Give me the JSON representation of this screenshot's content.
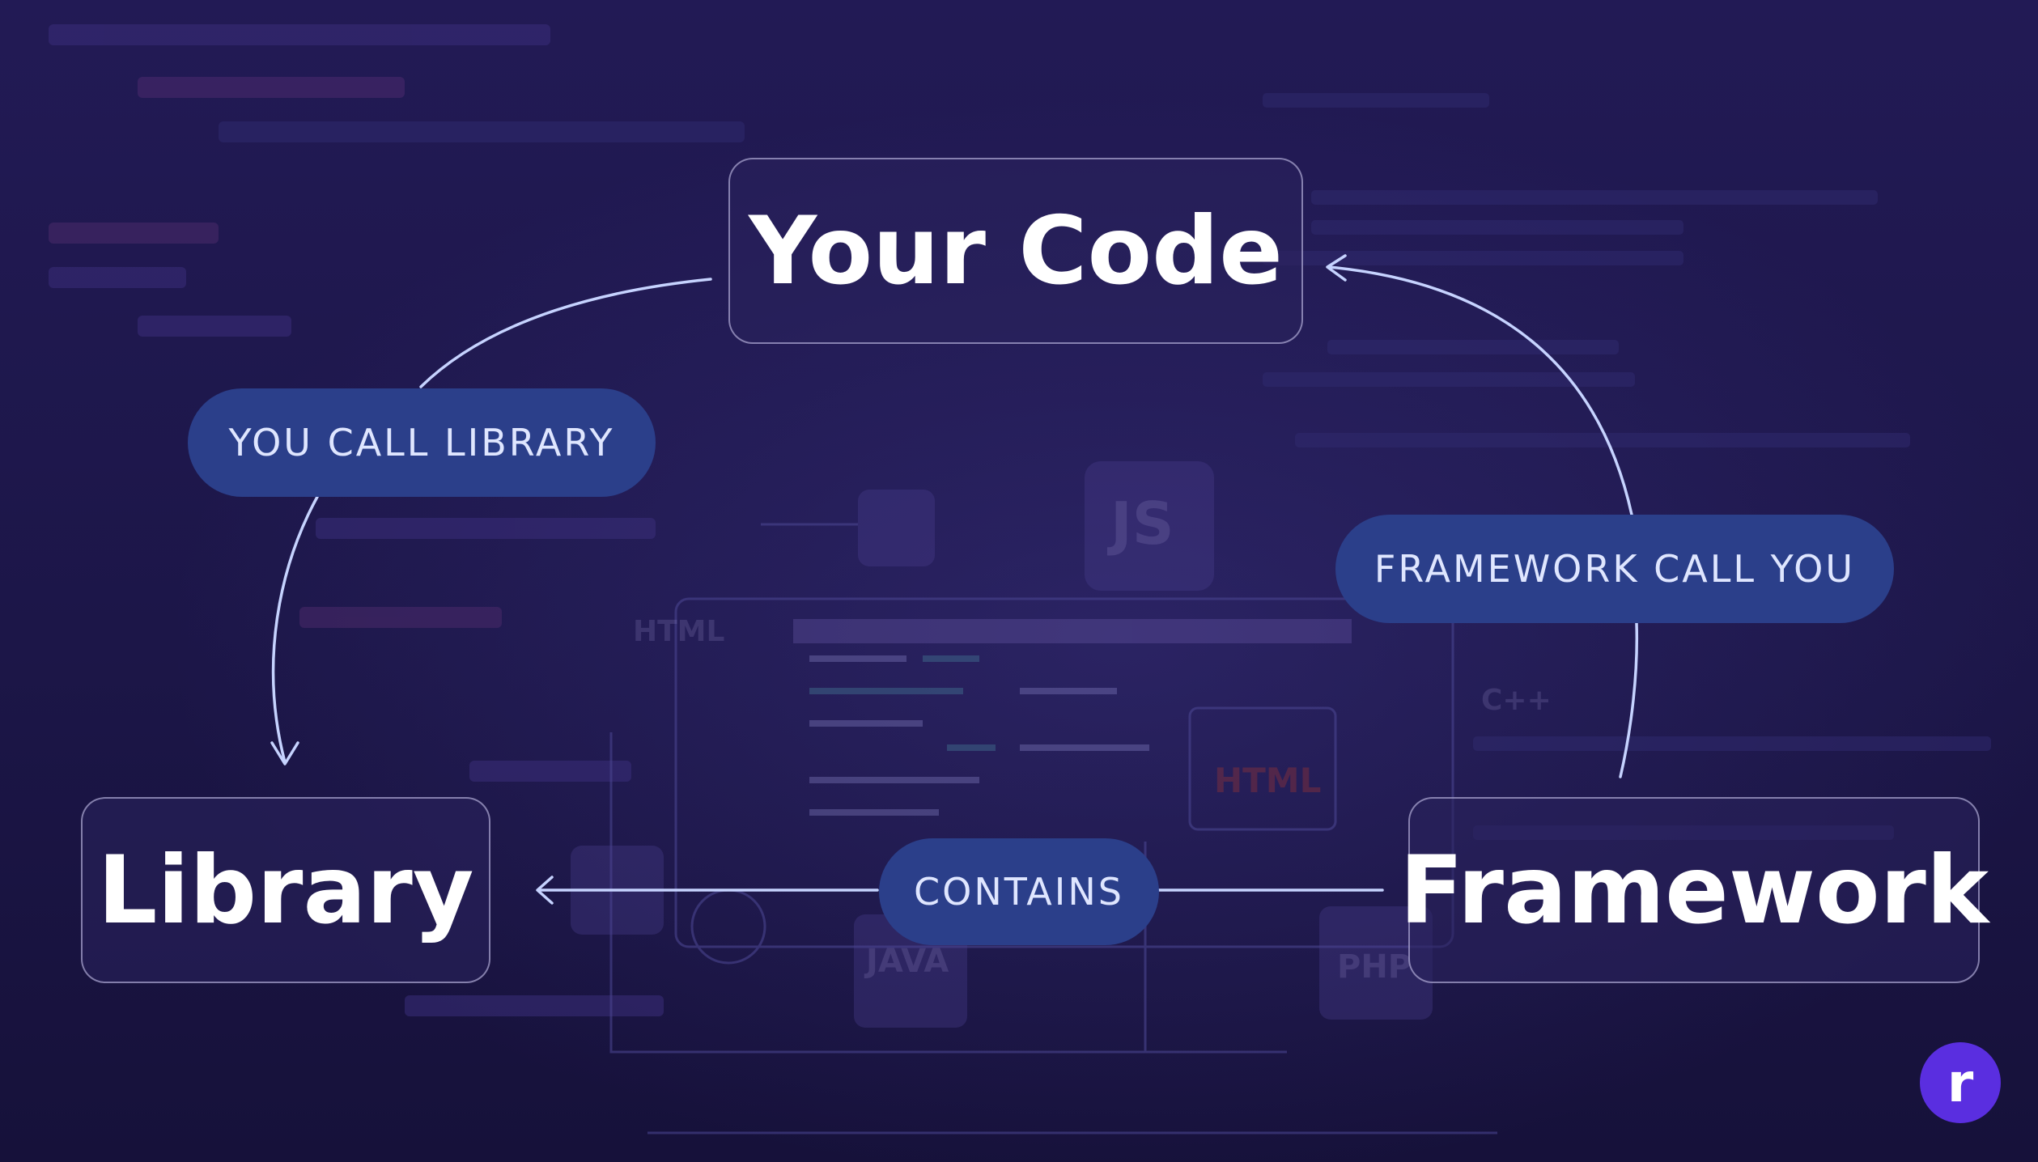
{
  "diagram": {
    "nodes": {
      "your_code": "Your Code",
      "library": "Library",
      "framework": "Framework"
    },
    "edges": {
      "you_call_library": "YOU CALL LIBRARY",
      "framework_call_you": "FRAMEWORK CALL YOU",
      "contains": "CONTAINS"
    }
  },
  "background_labels": {
    "js": "JS",
    "html": "HTML",
    "html_badge": "HTML",
    "java": "JAVA",
    "php": "PHP",
    "cpp": "C++"
  },
  "logo": {
    "letter": "r",
    "color": "#5a2ee0"
  },
  "colors": {
    "background": "#1c1648",
    "pill_fill": "#2b3f8a",
    "pill_text": "#dfe6ff",
    "arrow": "#c6d3ff",
    "node_text": "#ffffff"
  }
}
